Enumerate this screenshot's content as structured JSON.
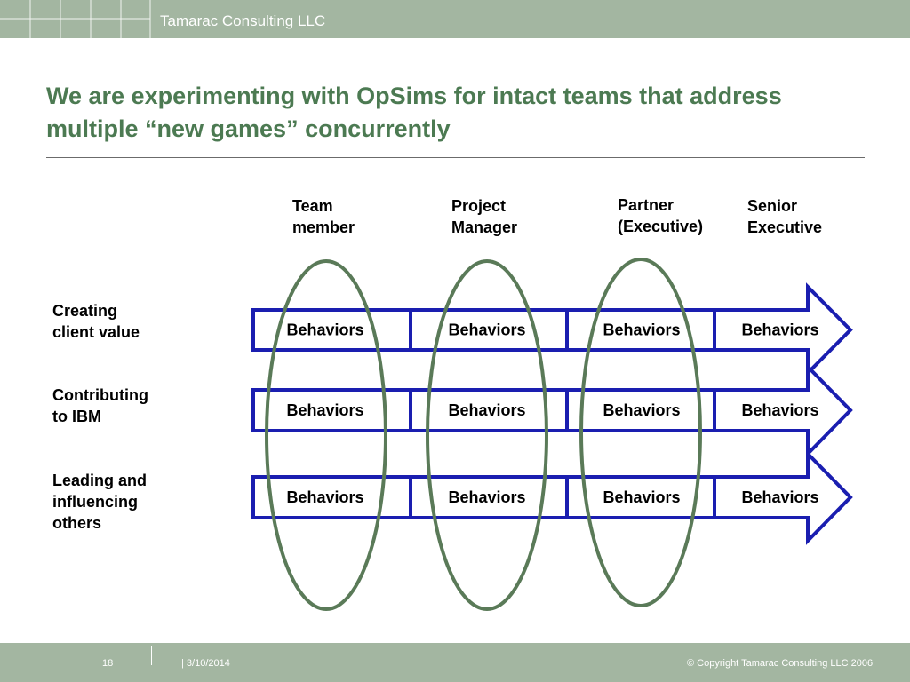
{
  "header": {
    "company": "Tamarac Consulting LLC"
  },
  "title": "We are experimenting with OpSims for intact teams that address multiple “new games” concurrently",
  "columns": [
    {
      "line1": "Team",
      "line2": "member"
    },
    {
      "line1": "Project",
      "line2": "Manager"
    },
    {
      "line1": "Partner",
      "line2": "(Executive)"
    },
    {
      "line1": "Senior",
      "line2": "Executive"
    }
  ],
  "rows": [
    {
      "lines": [
        "Creating",
        "client value"
      ]
    },
    {
      "lines": [
        "Contributing",
        "to IBM"
      ]
    },
    {
      "lines": [
        "Leading and",
        "influencing",
        "others"
      ]
    }
  ],
  "cell_label": "Behaviors",
  "colors": {
    "arrow_stroke": "#1a1eb0",
    "ellipse_stroke": "#5a7a58",
    "band": "#a3b6a1",
    "title": "#4c7a52"
  },
  "footer": {
    "page": "18",
    "date": "| 3/10/2014",
    "copyright": "© Copyright Tamarac Consulting LLC 2006"
  }
}
